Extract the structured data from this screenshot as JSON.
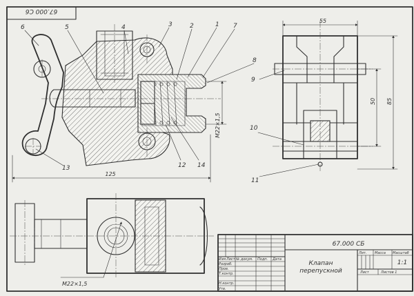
{
  "drawing": {
    "code": "67.000 СБ",
    "code_top": "67.000 С6",
    "part_name_line1": "Клапан",
    "part_name_line2": "перепускной"
  },
  "callouts": [
    "6",
    "5",
    "4",
    "3",
    "2",
    "1",
    "7",
    "8",
    "9",
    "10",
    "11",
    "12",
    "14",
    "13"
  ],
  "dimensions": {
    "width_front": "125",
    "thread_front": "M22×1,5",
    "width_side": "55",
    "height_inner": "50",
    "height_outer": "85",
    "thread_bottom": "M22×1,5"
  },
  "title_block": {
    "col_izm": "Изм",
    "col_list": "Лист",
    "col_doc": "№ докум.",
    "col_sign": "Подп.",
    "col_date": "Дата",
    "row_dev": "Разраб.",
    "row_check": "Пров.",
    "row_tcontrol": "Т.контр.",
    "row_ncontrol": "Н.контр.",
    "row_approve": "Утв.",
    "lit": "Лит.",
    "mass": "Масса",
    "scale": "Масштаб",
    "scale_value": "1:1",
    "sheet": "Лист",
    "sheets": "Листов 1"
  }
}
